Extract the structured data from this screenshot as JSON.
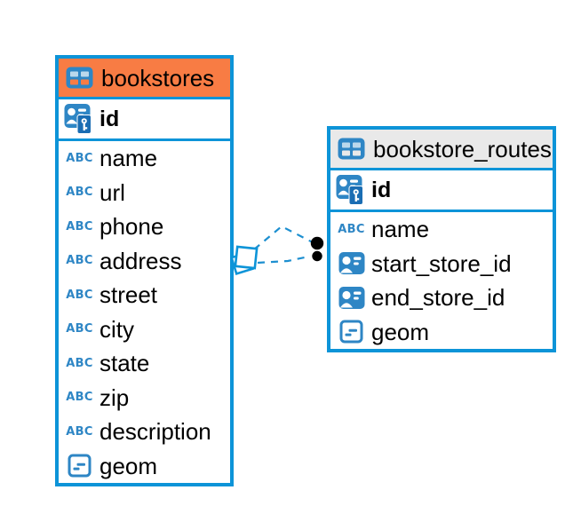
{
  "app": {
    "type": "entity-relationship-diagram",
    "background": "#ffffff"
  },
  "colors": {
    "accent_blue": "#0d94d8",
    "icon_blue": "#2e86c5",
    "pk_panel_blue": "#1a6db3",
    "orange_header": "#f87c44",
    "gray_header": "#e9e9e9",
    "text": "#000000",
    "relation_line": "#1d8fd0",
    "relation_dot": "#000000"
  },
  "icons": {
    "text_type_label": "ABC",
    "table_icon": "table-grid",
    "primary_key_icon": "person-badge-with-key",
    "foreign_key_icon": "person-badge",
    "geometry_icon": "rounded-square-with-lines"
  },
  "diagram": {
    "tables": [
      {
        "name": "bookstores",
        "header_style": "orange_header",
        "primary_key": {
          "name": "id",
          "icon": "primary-key-icon"
        },
        "columns": [
          {
            "name": "name",
            "icon": "text-icon"
          },
          {
            "name": "url",
            "icon": "text-icon"
          },
          {
            "name": "phone",
            "icon": "text-icon"
          },
          {
            "name": "address",
            "icon": "text-icon"
          },
          {
            "name": "street",
            "icon": "text-icon"
          },
          {
            "name": "city",
            "icon": "text-icon"
          },
          {
            "name": "state",
            "icon": "text-icon"
          },
          {
            "name": "zip",
            "icon": "text-icon"
          },
          {
            "name": "description",
            "icon": "text-icon"
          },
          {
            "name": "geom",
            "icon": "geometry-icon"
          }
        ]
      },
      {
        "name": "bookstore_routes",
        "header_style": "gray_header",
        "primary_key": {
          "name": "id",
          "icon": "primary-key-icon"
        },
        "columns": [
          {
            "name": "name",
            "icon": "text-icon"
          },
          {
            "name": "start_store_id",
            "icon": "foreign-key-icon"
          },
          {
            "name": "end_store_id",
            "icon": "foreign-key-icon"
          },
          {
            "name": "geom",
            "icon": "geometry-icon"
          }
        ]
      }
    ],
    "relations": [
      {
        "from_table": "bookstores",
        "to_table": "bookstore_routes",
        "style": "dashed",
        "from_marker": "diamond",
        "to_marker": "dot"
      },
      {
        "from_table": "bookstores",
        "to_table": "bookstore_routes",
        "style": "dashed",
        "from_marker": "diamond",
        "to_marker": "dot"
      }
    ]
  }
}
